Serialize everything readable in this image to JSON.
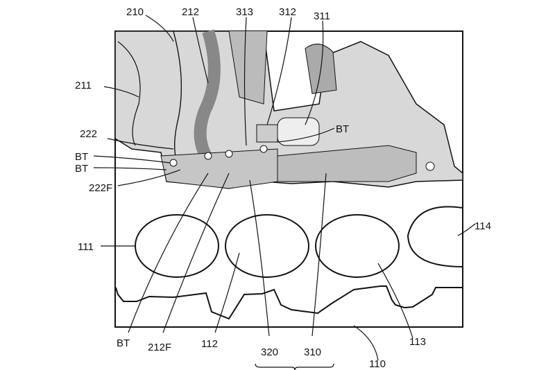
{
  "figure": {
    "labels": {
      "l210": "210",
      "l212": "212",
      "l313": "313",
      "l312": "312",
      "l311": "311",
      "l211": "211",
      "l222": "222",
      "lBT1": "BT",
      "lBT2": "BT",
      "lBT3": "BT",
      "l222F": "222F",
      "l111": "111",
      "l114": "114",
      "lBT4": "BT",
      "l212F": "212F",
      "l112": "112",
      "l320": "320",
      "l310": "310",
      "l113": "113",
      "l110": "110"
    }
  }
}
